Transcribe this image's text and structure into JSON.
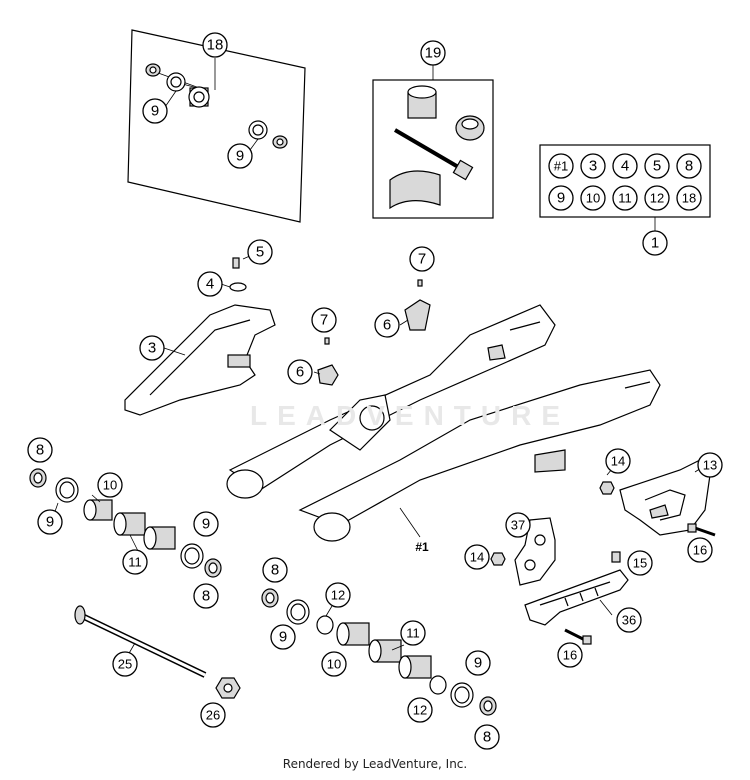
{
  "footer": "Rendered by LeadVenture, Inc.",
  "watermark": "LEADVENTURE",
  "callouts": {
    "c18a": "18",
    "c9a": "9",
    "c9b": "9",
    "c19": "19",
    "k1": "#1",
    "k3": "3",
    "k4": "4",
    "k5": "5",
    "k8": "8",
    "k9": "9",
    "k10": "10",
    "k11": "11",
    "k12": "12",
    "k18": "18",
    "c1": "1",
    "c5": "5",
    "c4": "4",
    "c3": "3",
    "c7a": "7",
    "c6a": "6",
    "c7b": "7",
    "c6b": "6",
    "c8a": "8",
    "c10a": "10",
    "c9c": "9",
    "c11a": "11",
    "c9d": "9",
    "c8b": "8",
    "c25": "25",
    "c26": "26",
    "c8c": "8",
    "c12a": "12",
    "c9e": "9",
    "c11b": "11",
    "c10b": "10",
    "c9f": "9",
    "c12b": "12",
    "c8d": "8",
    "c14a": "14",
    "c13": "13",
    "c16a": "16",
    "c37": "37",
    "c14b": "14",
    "c15": "15",
    "c36": "36",
    "c16b": "16",
    "swingarm": "#1"
  }
}
